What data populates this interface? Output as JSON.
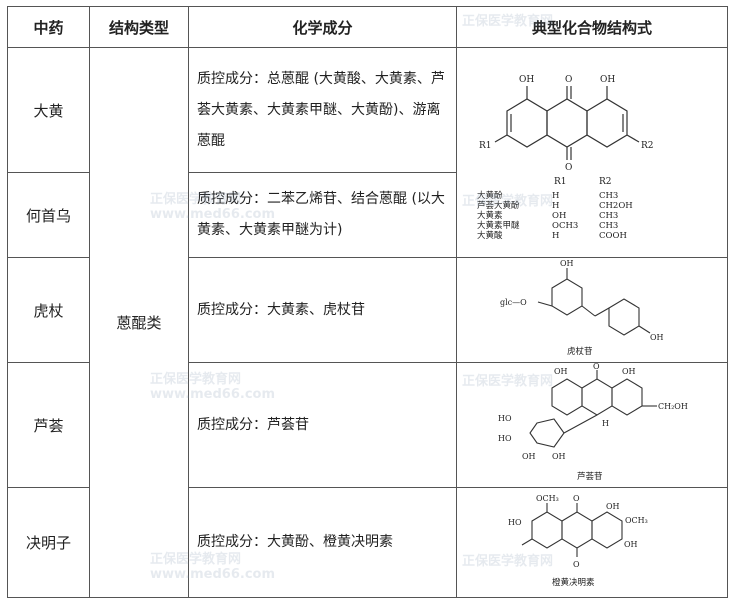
{
  "headers": [
    "中药",
    "结构类型",
    "化学成分",
    "典型化合物结构式"
  ],
  "type_label": "蒽醌类",
  "rows": [
    {
      "herb": "大黄",
      "chem": "质控成分：总蒽醌 (大黄酸、大黄素、芦荟大黄素、大黄素甲醚、大黄酚)、游离蒽醌"
    },
    {
      "herb": "何首乌",
      "chem": "质控成分：二苯乙烯苷、结合蒽醌 (以大黄素、大黄素甲醚为计)"
    },
    {
      "herb": "虎杖",
      "chem": "质控成分：大黄素、虎杖苷"
    },
    {
      "herb": "芦荟",
      "chem": "质控成分：芦荟苷"
    },
    {
      "herb": "决明子",
      "chem": "质控成分：大黄酚、橙黄决明素"
    }
  ],
  "structures": {
    "anthraquinone": {
      "col_r1": "R1",
      "col_r2": "R2",
      "table": [
        [
          "大黄酚",
          "H",
          "CH3"
        ],
        [
          "芦荟大黄酚",
          "H",
          "CH2OH"
        ],
        [
          "大黄素",
          "OH",
          "CH3"
        ],
        [
          "大黄素甲醚",
          "OCH3",
          "CH3"
        ],
        [
          "大黄酸",
          "H",
          "COOH"
        ]
      ]
    },
    "polydatin_caption": "虎杖苷",
    "aloin_caption": "芦荟苷",
    "aurantio_caption": "橙黄决明素"
  },
  "watermark": {
    "brand": "正保医学教育网",
    "url": "www.med66.com"
  }
}
